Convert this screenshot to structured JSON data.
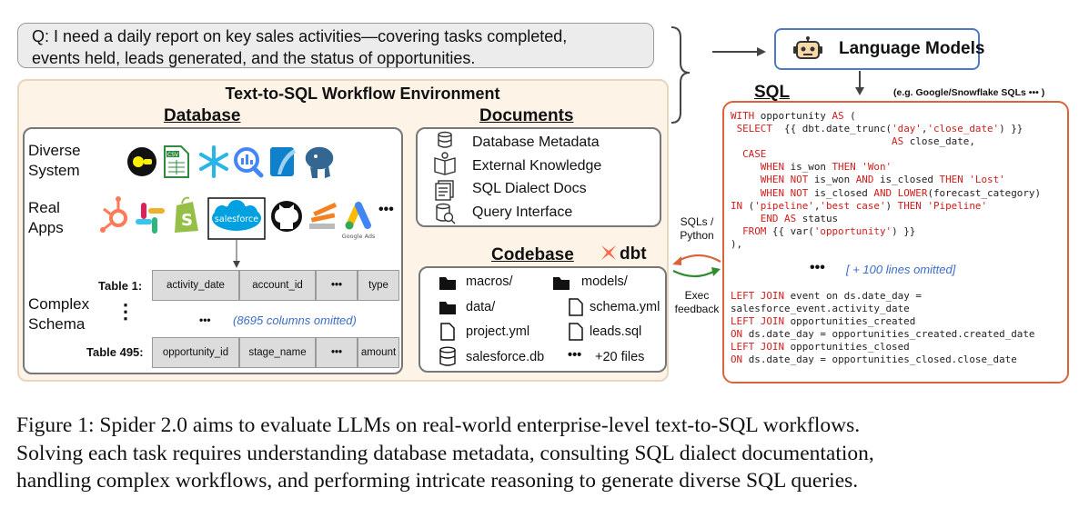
{
  "question": "Q: I need a daily report on key sales activities—covering tasks completed, events held, leads generated, and the status of opportunities.",
  "question_line1": "Q: I need a daily report on key sales activities—covering tasks completed,",
  "question_line2": "events held, leads generated, and the status of opportunities.",
  "env_title": "Text-to-SQL Workflow Environment",
  "database": {
    "heading": "Database",
    "diverse_label_1": "Diverse",
    "diverse_label_2": "System",
    "real_label_1": "Real",
    "real_label_2": "Apps",
    "complex_label_1": "Complex",
    "complex_label_2": "Schema",
    "apps_dots": "•••",
    "table1_label": "Table 1:",
    "table1_cols": [
      "activity_date",
      "account_id",
      "•••",
      "type"
    ],
    "table495_label": "Table 495:",
    "table495_cols": [
      "opportunity_id",
      "stage_name",
      "•••",
      "amount"
    ],
    "columns_dots": "•••",
    "columns_omitted": "(8695 columns omitted)",
    "vertical_dots": "⋮",
    "salesforce_text": "salesforce",
    "google_ads_text": "Google Ads",
    "csv_text": "CSV"
  },
  "documents": {
    "heading": "Documents",
    "items": [
      "Database Metadata",
      "External Knowledge",
      "SQL Dialect Docs",
      "Query Interface"
    ]
  },
  "codebase": {
    "heading": "Codebase",
    "dbt": "dbt",
    "items": {
      "macros": "macros/",
      "models": "models/",
      "data": "data/",
      "schema": "schema.yml",
      "project": "project.yml",
      "leads": "leads.sql",
      "salesforce_db": "salesforce.db",
      "more_dots": "•••",
      "more": "+20 files"
    }
  },
  "arrows": {
    "sqls_python_1": "SQLs /",
    "sqls_python_2": "Python",
    "exec_1": "Exec",
    "exec_2": "feedback"
  },
  "language_models": "Language Models",
  "sql": {
    "heading": "SQL",
    "note": "(e.g. Google/Snowflake SQLs ••• )",
    "dots": "•••",
    "omitted": "[ + 100 lines omitted]",
    "top_lines": [
      "WITH opportunity AS (",
      " SELECT  {{ dbt.date_trunc('day','close_date') }}",
      "                           AS close_date,",
      "  CASE",
      "     WHEN is_won THEN 'Won'",
      "     WHEN NOT is_won AND is_closed THEN 'Lost'",
      "     WHEN NOT is_closed AND LOWER(forecast_category)",
      "IN ('pipeline','best case') THEN 'Pipeline'",
      "     END AS status",
      "  FROM {{ var('opportunity') }}",
      "),"
    ],
    "bottom_lines": [
      "LEFT JOIN event on ds.date_day =",
      "salesforce_event.activity_date",
      "LEFT JOIN opportunities_created",
      "ON ds.date_day = opportunities_created.created_date",
      "LEFT JOIN opportunities_closed",
      "ON ds.date_day = opportunities_closed.close_date"
    ]
  },
  "caption": {
    "line1": "Figure 1: Spider 2.0 aims to evaluate LLMs on real-world enterprise-level text-to-SQL workflows.",
    "line2": "Solving each task requires understanding database metadata, consulting SQL dialect documentation,",
    "line3": "handling complex workflows, and performing intricate reasoning to generate diverse SQL queries."
  },
  "colors": {
    "lm_border": "#4d7ac8",
    "sql_border": "#d9643a",
    "sql_keyword": "#d21c1c",
    "omitted_text": "#3b6cc7",
    "exec_arrow": "#2e8b2e",
    "env_background": "#fdf3e7"
  }
}
